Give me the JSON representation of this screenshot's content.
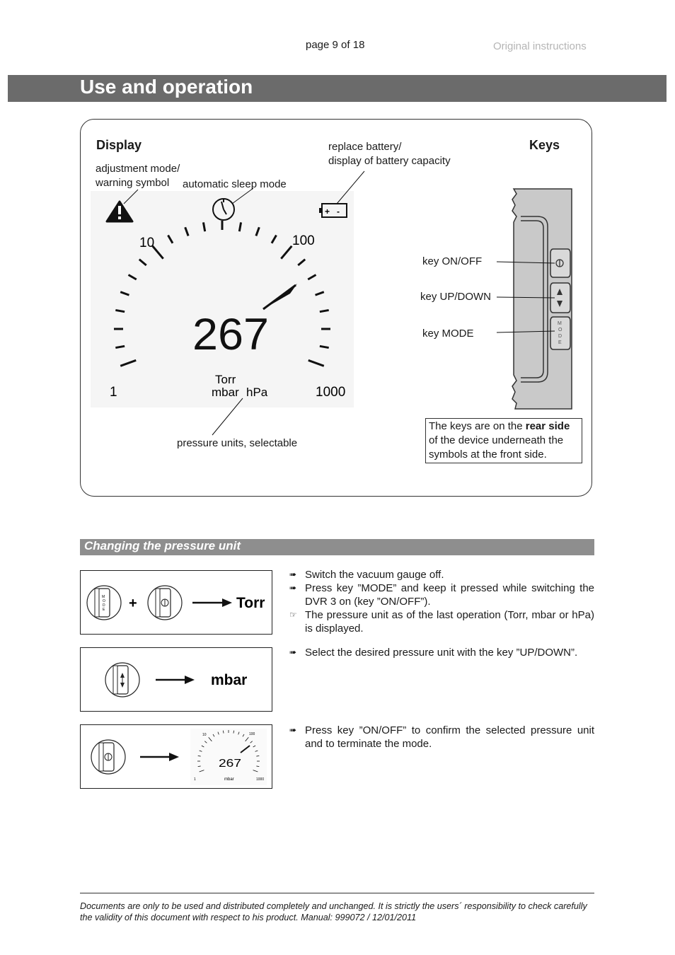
{
  "header": {
    "page_label": "page 9 of 18",
    "doc_type": "Original instructions"
  },
  "section_title": "Use and operation",
  "display_panel": {
    "display_heading": "Display",
    "keys_heading": "Keys",
    "label_adjustment": "adjustment mode/\nwarning symbol",
    "label_sleep": "automatic sleep mode",
    "label_battery": "replace battery/\ndisplay of battery capacity",
    "label_units": "pressure units, selectable",
    "label_key_onoff": "key ON/OFF",
    "label_key_updown": "key UP/DOWN",
    "label_key_mode": "key MODE",
    "gauge": {
      "reading": "267",
      "scale_labels": [
        "1",
        "10",
        "100",
        "1000"
      ],
      "unit_top": "Torr",
      "unit_left": "mbar",
      "unit_right": "hPa"
    },
    "note_before": "The keys are on the ",
    "note_bold": "rear side",
    "note_after": " of the device underneath the symbols at the front side."
  },
  "subsection_title": "Changing the pressure unit",
  "steps": [
    {
      "figure_label": "Torr",
      "instructions": [
        {
          "marker": "arrow",
          "text": "Switch the vacuum gauge off."
        },
        {
          "marker": "arrow",
          "text": "Press key ”MODE” and keep it pressed while switching the DVR 3 on (key ”ON/OFF”)."
        },
        {
          "marker": "hand",
          "text": "The pressure unit as of the last operation (Torr, mbar or hPa) is displayed."
        }
      ]
    },
    {
      "figure_label": "mbar",
      "instructions": [
        {
          "marker": "arrow",
          "text": "Select the desired pressure unit with the key ”UP/DOWN”."
        }
      ]
    },
    {
      "figure_label": "",
      "mini_gauge": {
        "reading": "267",
        "unit": "mbar",
        "scale_labels": [
          "1",
          "10",
          "100",
          "1000"
        ]
      },
      "instructions": [
        {
          "marker": "arrow",
          "text": "Press key ”ON/OFF” to confirm the selected pressure unit and to terminate the mode."
        }
      ]
    }
  ],
  "footer": {
    "text": "Documents are only to be used and distributed completely and unchanged. It is strictly the users´ responsibility to check carefully the validity of this document with respect to his product. Manual: 999072 / 12/01/2011"
  },
  "icons": [
    "warning-icon",
    "clock-icon",
    "battery-icon",
    "arrow-right-icon",
    "pointing-hand-icon"
  ],
  "colors": {
    "title_bar": "#6b6b6b",
    "subsection_bar": "#8e8e8e",
    "key_body": "#c9c9c9"
  }
}
